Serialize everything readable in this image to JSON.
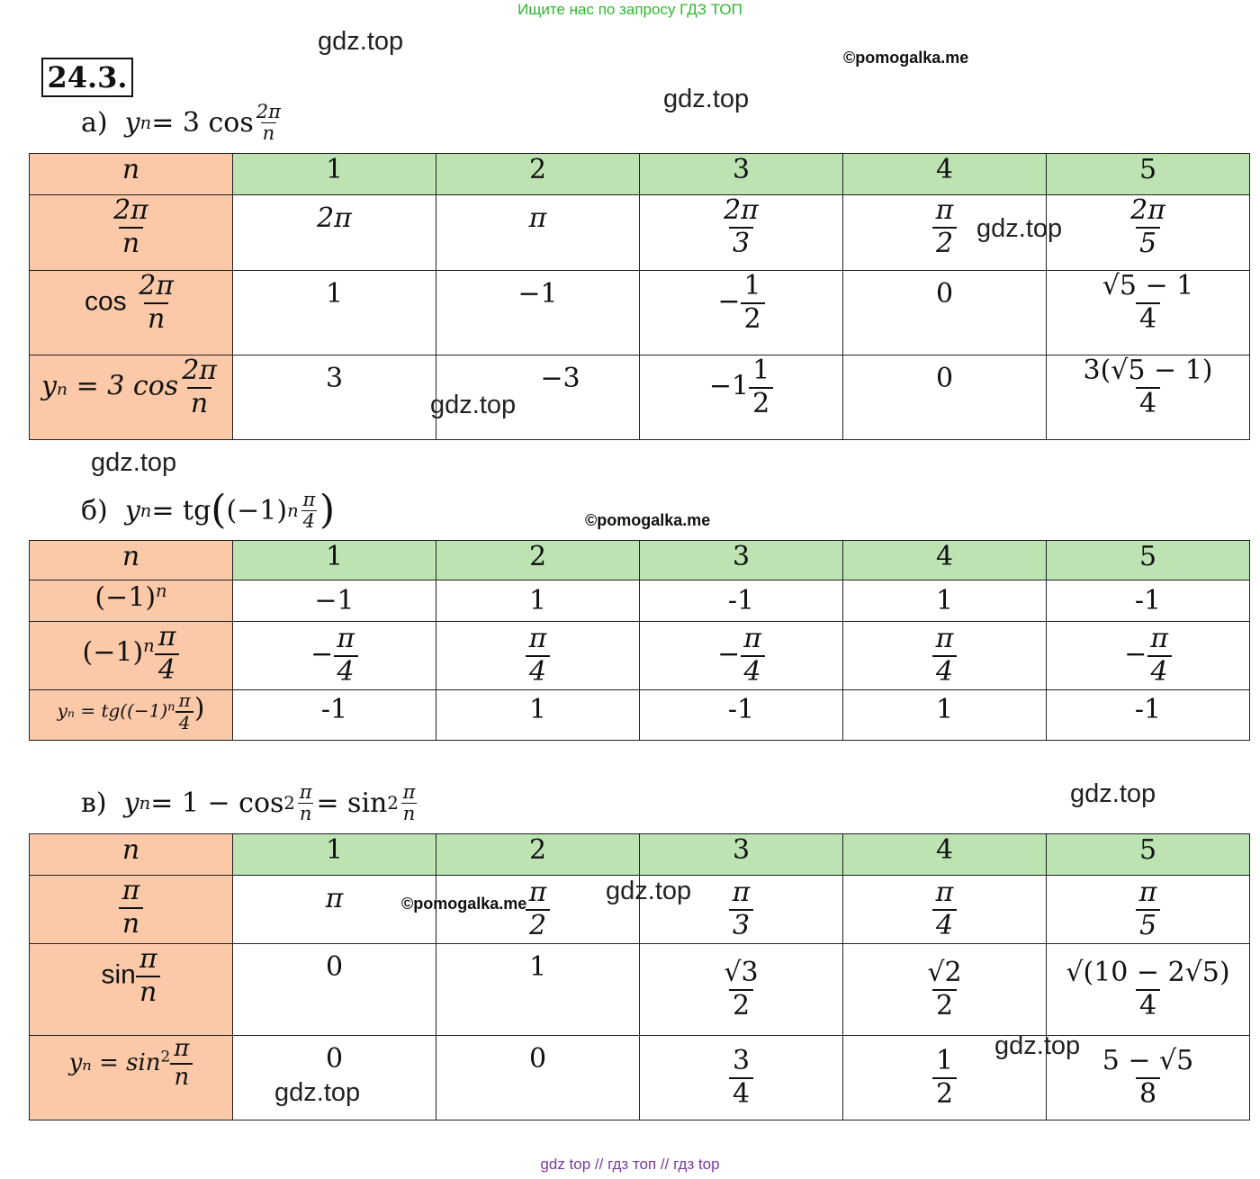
{
  "banner": "Ищите нас по запросу ГДЗ ТОП",
  "problem": "24.3.",
  "watermarks": {
    "gdz": "gdz.top",
    "pomogalka": "©pomogalka.me"
  },
  "part_a": {
    "letter": "а)",
    "formula_lhs": "y",
    "formula_sub": "n",
    "formula_rest": " = 3 cos",
    "frac_num": "2π",
    "frac_den": "n",
    "header": [
      "n",
      "1",
      "2",
      "3",
      "4",
      "5"
    ],
    "row1_label_num": "2π",
    "row1_label_den": "n",
    "row1": [
      {
        "text": "2π"
      },
      {
        "text": "π"
      },
      {
        "num": "2π",
        "den": "3"
      },
      {
        "num": "π",
        "den": "2"
      },
      {
        "num": "2π",
        "den": "5"
      }
    ],
    "row2_label_fn": "cos",
    "row2_label_num": "2π",
    "row2_label_den": "n",
    "row2": [
      {
        "text": "1"
      },
      {
        "text": "−1"
      },
      {
        "sign": "−",
        "num": "1",
        "den": "2"
      },
      {
        "text": "0"
      },
      {
        "num": "√5 − 1",
        "den": "4"
      }
    ],
    "row3_label": "yₙ = 3 cos",
    "row3_label_num": "2π",
    "row3_label_den": "n",
    "row3": [
      {
        "text": "3"
      },
      {
        "text": "−3"
      },
      {
        "whole": "−1",
        "num": "1",
        "den": "2"
      },
      {
        "text": "0"
      },
      {
        "num": "3(√5 − 1)",
        "den": "4"
      }
    ]
  },
  "part_b": {
    "letter": "б)",
    "formula_rest": " = tg",
    "formula_inner": "(−1)",
    "formula_pow": "n",
    "frac_num": "π",
    "frac_den": "4",
    "header": [
      "n",
      "1",
      "2",
      "3",
      "4",
      "5"
    ],
    "row1_label": "(−1)",
    "row1_label_pow": "n",
    "row1": [
      "−1",
      "1",
      "-1",
      "1",
      "-1"
    ],
    "row2_label": "(−1)",
    "row2_label_pow": "n",
    "row2_label_num": "π",
    "row2_label_den": "4",
    "row2": [
      {
        "sign": "−",
        "num": "π",
        "den": "4"
      },
      {
        "sign": "",
        "num": "π",
        "den": "4"
      },
      {
        "sign": "−",
        "num": "π",
        "den": "4"
      },
      {
        "sign": "",
        "num": "π",
        "den": "4"
      },
      {
        "sign": "−",
        "num": "π",
        "den": "4"
      }
    ],
    "row3_label": "yₙ = tg((−1)",
    "row3_label_pow": "n",
    "row3_label_num": "π",
    "row3_label_den": "4",
    "row3": [
      "-1",
      "1",
      "-1",
      "1",
      "-1"
    ]
  },
  "part_c": {
    "letter": "в)",
    "formula_mid": " = 1 − cos",
    "formula_pow": "2",
    "formula_eq": " = sin",
    "frac_num": "π",
    "frac_den": "n",
    "header": [
      "n",
      "1",
      "2",
      "3",
      "4",
      "5"
    ],
    "row1_label_num": "π",
    "row1_label_den": "n",
    "row1": [
      {
        "text": "π"
      },
      {
        "num": "π",
        "den": "2"
      },
      {
        "num": "π",
        "den": "3"
      },
      {
        "num": "π",
        "den": "4"
      },
      {
        "num": "π",
        "den": "5"
      }
    ],
    "row2_label_fn": "sin",
    "row2_label_num": "π",
    "row2_label_den": "n",
    "row2": [
      {
        "text": "0"
      },
      {
        "text": "1"
      },
      {
        "num": "√3",
        "den": "2"
      },
      {
        "num": "√2",
        "den": "2"
      },
      {
        "num": "√(10 − 2√5)",
        "den": "4"
      }
    ],
    "row3_label": "yₙ = sin",
    "row3_label_pow": "2",
    "row3_label_num": "π",
    "row3_label_den": "n",
    "row3": [
      {
        "text": "0"
      },
      {
        "text": "0"
      },
      {
        "num": "3",
        "den": "4"
      },
      {
        "num": "1",
        "den": "2"
      },
      {
        "num": "5 − √5",
        "den": "8"
      }
    ]
  },
  "footer": "gdz top  //  гдз топ  //  гдз top"
}
